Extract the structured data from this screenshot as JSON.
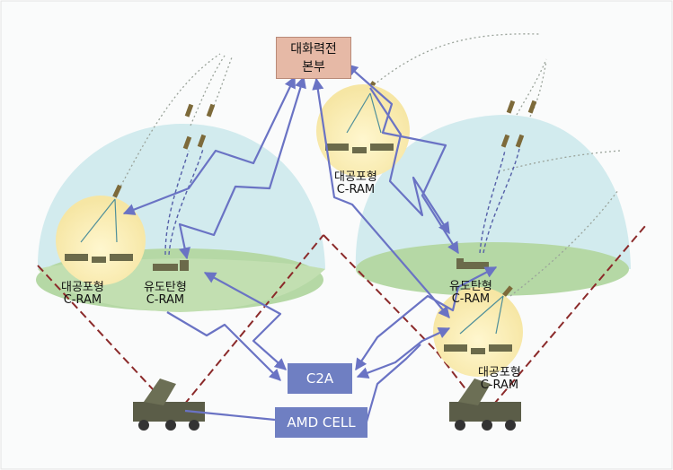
{
  "hq": {
    "line1": "대화력전",
    "line2": "본부"
  },
  "c2a_label": "C2A",
  "amd_label": "AMD CELL",
  "units": {
    "left_cram": {
      "line1": "대공포형",
      "line2": "C-RAM"
    },
    "left_guided": {
      "line1": "유도탄형",
      "line2": "C-RAM"
    },
    "top_cram": {
      "line1": "대공포형",
      "line2": "C-RAM"
    },
    "right_guided": {
      "line1": "유도탄형",
      "line2": "C-RAM"
    },
    "right_cram": {
      "line1": "대공포형",
      "line2": "C-RAM"
    }
  },
  "colors": {
    "dome": "#d2ebee",
    "ground": "#b5d8a5",
    "cram_glow": "#fbefb4",
    "link": "#6a73c4",
    "boundary": "#8b2a2a",
    "box_fill": "#6f7fc2",
    "hq_fill": "#e6b9a6"
  }
}
